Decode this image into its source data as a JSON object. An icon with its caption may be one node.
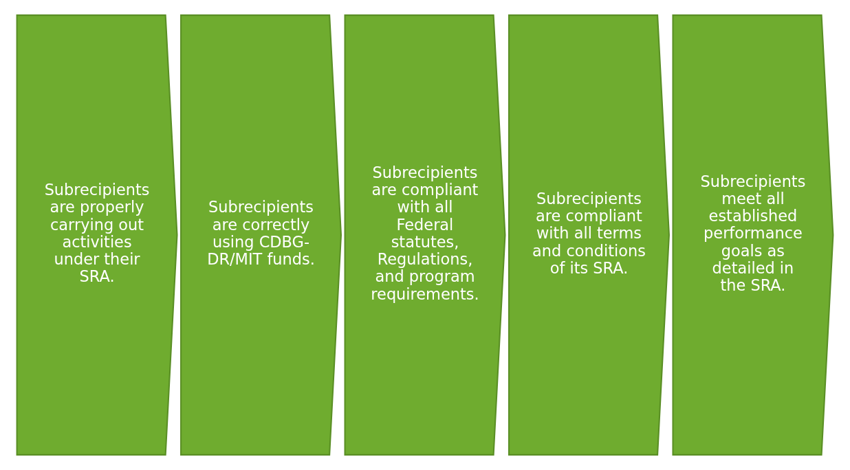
{
  "diagram": {
    "nodes": [
      {
        "text": [
          "Subrecipients are properly carrying out activities under their SRA."
        ]
      },
      {
        "text": [
          "Subrecipients are correctly using CDBG-DR/MIT funds."
        ]
      },
      {
        "text": [
          "Subrecipients are compliant with all Federal statutes, Regulations, and program requirements."
        ]
      },
      {
        "text": [
          "Subrecipients are compliant with all terms and conditions of its SRA."
        ]
      },
      {
        "text": [
          "Subrecipients meet all established performance goals as detailed in the SRA."
        ]
      }
    ]
  }
}
